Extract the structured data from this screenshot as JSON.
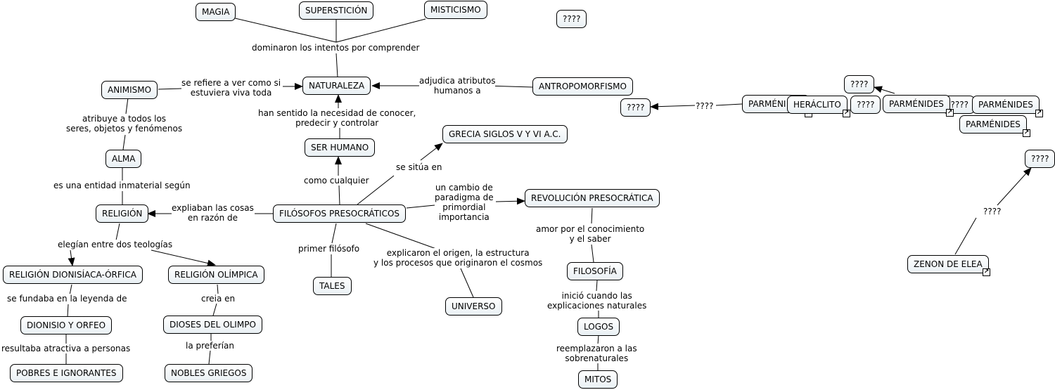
{
  "nodes": {
    "magia": "MAGIA",
    "supersticion": "SUPERSTICIÓN",
    "misticismo": "MISTICISMO",
    "q_top": "????",
    "naturaleza": "NATURALEZA",
    "animismo": "ANIMISMO",
    "antropomorfismo": "ANTROPOMORFISMO",
    "alma": "ALMA",
    "ser_humano": "SER HUMANO",
    "grecia": "GRECIA SIGLOS V Y VI A.C.",
    "religion": "RELIGIÓN",
    "filosofos": "FILÓSOFOS PRESOCRÁTICOS",
    "revolucion": "REVOLUCIÓN PRESOCRÁTICA",
    "rel_dionisiaca": "RELIGIÓN DIONISÍACA-ÓRFICA",
    "rel_olimpica": "RELIGIÓN OLÍMPICA",
    "tales": "TALES",
    "universo": "UNIVERSO",
    "filosofia": "FILOSOFÍA",
    "dionisio": "DIONISIO Y ORFEO",
    "dioses": "DIOSES DEL OLIMPO",
    "logos": "LOGOS",
    "pobres": "POBRES E IGNORANTES",
    "nobles": "NOBLES GRIEGOS",
    "mitos": "MITOS",
    "q_left": "????",
    "parmenides_back": "PARMÉNI",
    "heraclito": "HERÁCLITO",
    "q_mid": "????",
    "q_stack": "????",
    "parmenides_1": "PARMÉNIDES",
    "q_behind": "????",
    "parmenides_2": "PARMÉNIDES",
    "parmenides_3": "PARMÉNIDES",
    "q_right": "????",
    "zenon": "ZENON DE ELEA"
  },
  "links": {
    "dominaron": "dominaron los intentos por comprender",
    "se_refiere": "se refiere a ver como si\nestuviera viva toda",
    "adjudica": "adjudica atributos\nhumanos a",
    "han_sentido": "han sentido la necesidad de conocer,\npredecir y controlar",
    "atribuye": "atribuye a todos los\nseres, objetos y fenómenos",
    "entidad": "es una entidad inmaterial según",
    "como_cualquier": "como cualquier",
    "se_situa": "se sitúa en",
    "explicaban": "expliaban las cosas\nen razón de",
    "cambio": "un cambio de\nparadigma de\nprimordial\nimportancia",
    "elegian": "elegían entre dos teologías",
    "primer": "primer filósofo",
    "explicaron": "explicaron el origen, la estructura\ny los procesos que originaron el cosmos",
    "amor": "amor por el conocimiento\ny el saber",
    "fundaba": "se fundaba en la leyenda de",
    "creia": "creia en",
    "inicio": "inició cuando las\nexplicaciones naturales",
    "atractiva": "resultaba atractiva a personas",
    "preferian": "la preferían",
    "reemplazaron": "reemplazaron a las\nsobrenaturales",
    "q_link": "????",
    "q_zenon": "????"
  },
  "colors": {
    "node_border": "#000000",
    "node_fill_top": "#ffffff",
    "node_fill_bottom": "#e9f0f4",
    "line": "#000000"
  }
}
